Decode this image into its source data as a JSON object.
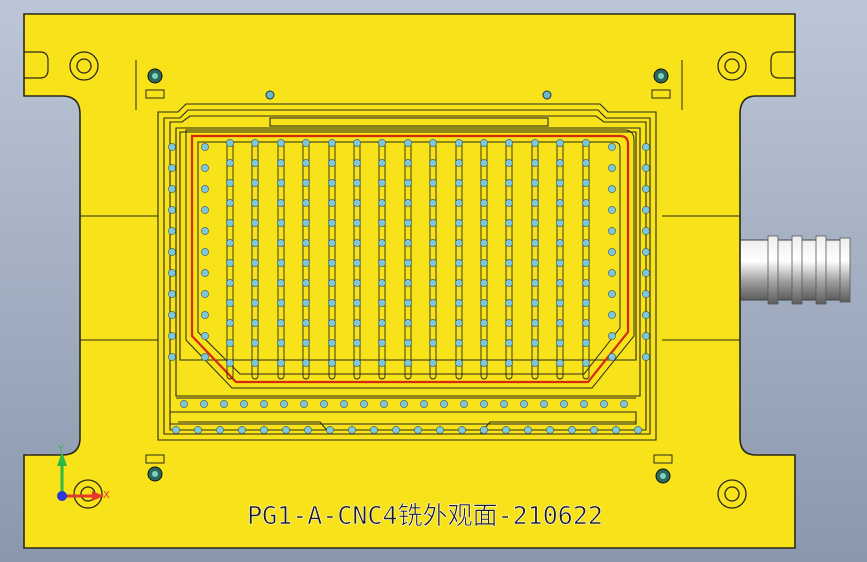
{
  "viewport": {
    "background_top": "#bcc6d6",
    "background_bottom": "#8a97ad"
  },
  "part": {
    "label": "PG1-A-CNC4铣外观面-210622",
    "plate_color": "#f8e21a",
    "edge_color": "#2a2a1a",
    "channel_color": "#d42a12",
    "hole_color": "#7fc7d8",
    "fitting_color": "#9a9a9a"
  },
  "triad": {
    "x_label": "X",
    "y_label": "Y",
    "x_color": "#e23a2a",
    "y_color": "#2fb84a",
    "z_color": "#2a3ad8"
  }
}
